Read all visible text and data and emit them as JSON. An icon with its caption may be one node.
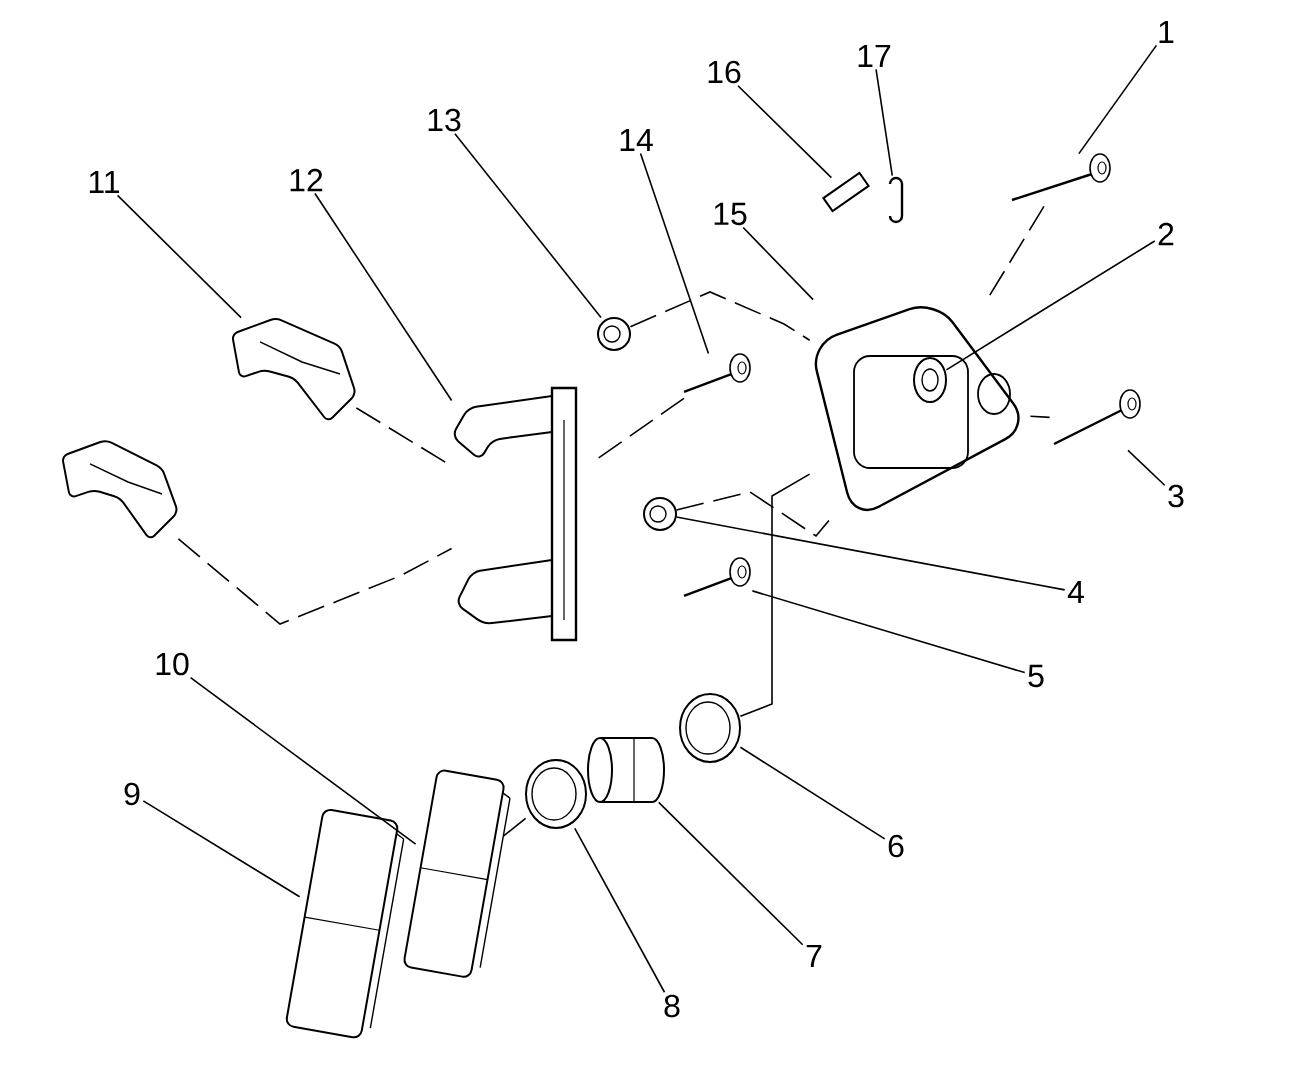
{
  "diagram": {
    "nodes": [
      {
        "text": [
          "1"
        ]
      },
      {
        "text": [
          "2"
        ]
      },
      {
        "text": [
          "3"
        ]
      },
      {
        "text": [
          "4"
        ]
      },
      {
        "text": [
          "5"
        ]
      },
      {
        "text": [
          "6"
        ]
      },
      {
        "text": [
          "7"
        ]
      },
      {
        "text": [
          "8"
        ]
      },
      {
        "text": [
          "9"
        ]
      },
      {
        "text": [
          "10"
        ]
      },
      {
        "text": [
          "11"
        ]
      },
      {
        "text": [
          "12"
        ]
      },
      {
        "text": [
          "13"
        ]
      },
      {
        "text": [
          "14"
        ]
      },
      {
        "text": [
          "15"
        ]
      },
      {
        "text": [
          "16"
        ]
      },
      {
        "text": [
          "17"
        ]
      },
      {
        "text": [],
        "shape": "picture"
      },
      {
        "text": [],
        "shape": "picture",
        "in": 31
      },
      {
        "text": [],
        "shape": "picture"
      },
      {
        "text": [],
        "shape": "picture"
      },
      {
        "text": [],
        "shape": "picture"
      },
      {
        "text": [],
        "shape": "picture"
      },
      {
        "text": [],
        "shape": "picture"
      },
      {
        "text": [],
        "shape": "picture"
      },
      {
        "text": [],
        "shape": "picture"
      },
      {
        "text": [],
        "shape": "picture"
      },
      {
        "text": [],
        "shape": "picture"
      },
      {
        "text": [],
        "shape": "picture"
      },
      {
        "text": [],
        "shape": "picture"
      },
      {
        "text": [],
        "shape": "picture"
      },
      {
        "text": [],
        "shape": "picture"
      },
      {
        "text": [],
        "shape": "picture"
      },
      {
        "text": [],
        "shape": "picture"
      },
      {
        "text": [],
        "shape": "picture"
      }
    ],
    "edges": [
      {
        "from": 0,
        "to": 17,
        "arrow": "none"
      },
      {
        "from": 1,
        "to": 18,
        "arrow": "none"
      },
      {
        "from": 2,
        "to": 19,
        "arrow": "none"
      },
      {
        "from": 3,
        "to": 20,
        "arrow": "none"
      },
      {
        "from": 4,
        "to": 21,
        "arrow": "none"
      },
      {
        "from": 5,
        "to": 22,
        "arrow": "none"
      },
      {
        "from": 6,
        "to": 23,
        "arrow": "none"
      },
      {
        "from": 7,
        "to": 24,
        "arrow": "none"
      },
      {
        "from": 8,
        "to": 25,
        "arrow": "none"
      },
      {
        "from": 9,
        "to": 26,
        "arrow": "none"
      },
      {
        "from": 10,
        "to": 27,
        "arrow": "none"
      },
      {
        "from": 11,
        "to": 28,
        "arrow": "none"
      },
      {
        "from": 12,
        "to": 29,
        "arrow": "none"
      },
      {
        "from": 13,
        "to": 30,
        "arrow": "none"
      },
      {
        "from": 14,
        "to": 31,
        "arrow": "none"
      },
      {
        "from": 15,
        "to": 32,
        "arrow": "none"
      },
      {
        "from": 16,
        "to": 33,
        "arrow": "none"
      },
      {
        "from": 27,
        "to": 28,
        "arrow": "none",
        "style": "dashed"
      },
      {
        "from": 34,
        "to": 28,
        "arrow": "none",
        "style": "dashed"
      },
      {
        "from": 29,
        "to": 31,
        "arrow": "none",
        "style": "dashed"
      },
      {
        "from": 20,
        "to": 31,
        "arrow": "none",
        "style": "dashed"
      },
      {
        "from": 30,
        "to": 28,
        "arrow": "none",
        "style": "dashed"
      },
      {
        "from": 19,
        "to": 31,
        "arrow": "none",
        "style": "dashed"
      },
      {
        "from": 24,
        "to": 26,
        "arrow": "none",
        "style": "dashed"
      },
      {
        "from": 17,
        "to": 31,
        "arrow": "none",
        "style": "dashed"
      },
      {
        "from": 22,
        "to": 31,
        "arrow": "none"
      }
    ]
  }
}
